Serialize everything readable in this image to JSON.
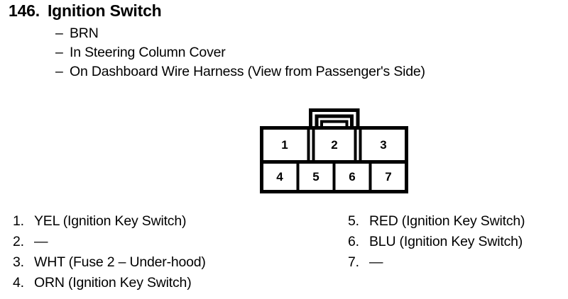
{
  "header": {
    "number": "146.",
    "title": "Ignition Switch",
    "bullet_marker": "–",
    "bullets": [
      "BRN",
      "In Steering Column Cover",
      "On Dashboard Wire Harness (View from Passenger's Side)"
    ]
  },
  "connector": {
    "top_row": [
      "1",
      "2",
      "3"
    ],
    "bottom_row": [
      "4",
      "5",
      "6",
      "7"
    ],
    "line_color": "#000000",
    "fill_color": "#ffffff"
  },
  "legend": {
    "left": [
      {
        "index": "1.",
        "desc": "YEL (Ignition Key Switch)"
      },
      {
        "index": "2.",
        "desc": "—"
      },
      {
        "index": "3.",
        "desc": "WHT (Fuse 2 – Under-hood)"
      },
      {
        "index": "4.",
        "desc": "ORN (Ignition Key Switch)"
      }
    ],
    "right": [
      {
        "index": "5.",
        "desc": "RED (Ignition Key Switch)"
      },
      {
        "index": "6.",
        "desc": "BLU (Ignition Key Switch)"
      },
      {
        "index": "7.",
        "desc": "—"
      }
    ]
  }
}
